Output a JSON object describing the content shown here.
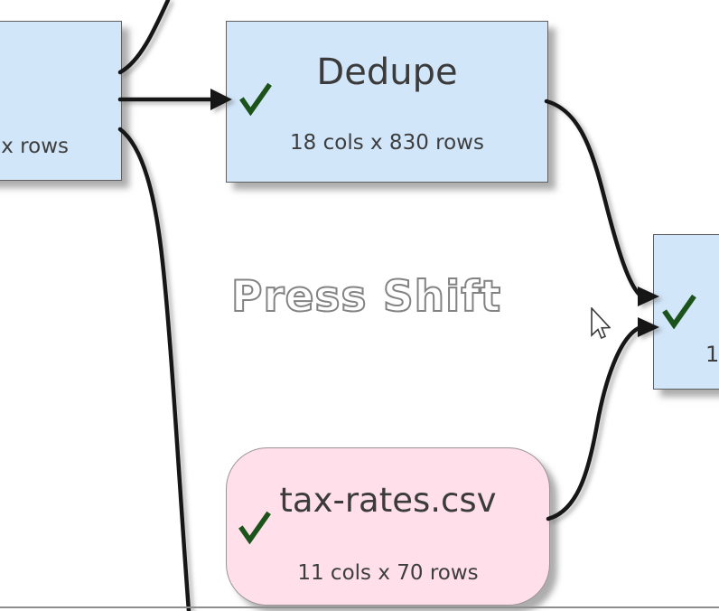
{
  "watermark": {
    "label": "Press Shift"
  },
  "nodes": {
    "upstream": {
      "subtitle_fragment": "x rows",
      "kind": "transform"
    },
    "dedupe": {
      "title": "Dedupe",
      "subtitle": "18 cols x 830 rows",
      "status": "check",
      "kind": "transform"
    },
    "result": {
      "subtitle_fragment": "1",
      "status": "check",
      "kind": "transform"
    },
    "tax_rates": {
      "title": "tax-rates.csv",
      "subtitle": "11 cols x 70 rows",
      "status": "check",
      "kind": "input-file"
    }
  },
  "icons": {
    "status_check": "check-icon",
    "pointer": "mouse-cursor"
  },
  "theme": {
    "node_blue": "#d2e6fa",
    "node_pink": "#ffdfe9",
    "check_green": "#1b531b",
    "edge_black": "#141414",
    "watermark_stroke": "#838383",
    "canvas_edge_gray": "#8e8e8e",
    "background": "#ffffff"
  }
}
